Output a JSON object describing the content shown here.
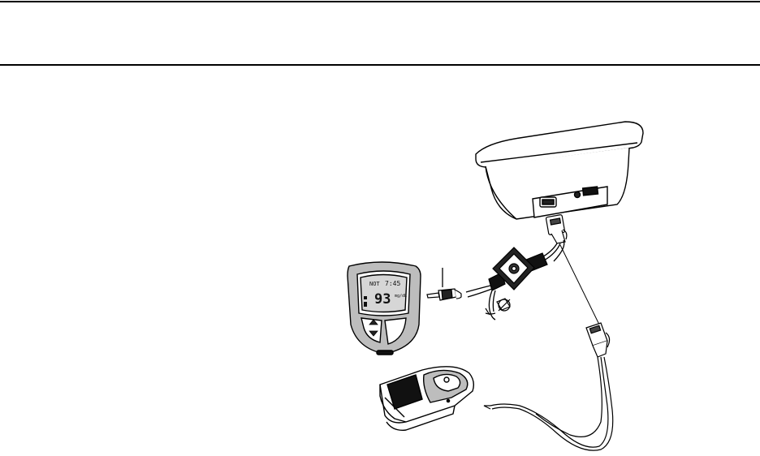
{
  "meter_display": {
    "top_left": "NOT",
    "time": "7:45",
    "reading": "93",
    "unit": "mg/dL"
  },
  "colors": {
    "line": "#000000",
    "device_gray": "#bdbdbd",
    "lcd_gray": "#d6d6d6",
    "dark_panel": "#111111"
  },
  "icons": [
    "blood-glucose-meter-icon",
    "cradle-base-icon",
    "pc-dongle-icon",
    "serial-connector-icon",
    "audio-plug-icon",
    "cable-adapter-icon"
  ]
}
